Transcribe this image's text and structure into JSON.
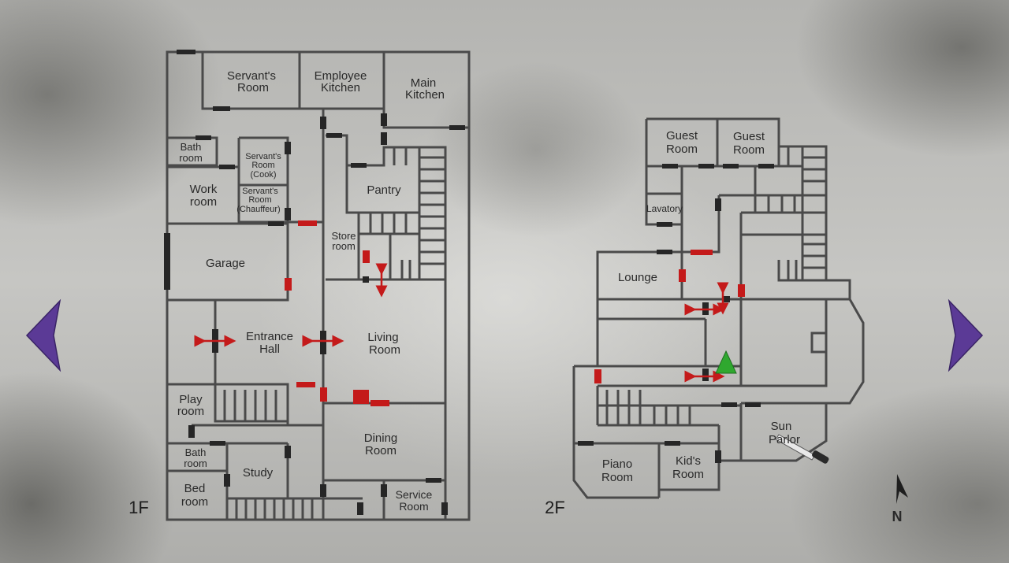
{
  "floors": {
    "first": {
      "label": "1F",
      "rooms": {
        "servants_room": [
          "Servant's",
          "Room"
        ],
        "employee_kitchen": [
          "Employee",
          "Kitchen"
        ],
        "main_kitchen": [
          "Main",
          "Kitchen"
        ],
        "bathroom_1": [
          "Bath",
          "room"
        ],
        "servants_room_cook": [
          "Servant's",
          "Room",
          "(Cook)"
        ],
        "work_room": [
          "Work",
          "room"
        ],
        "servants_room_chauffeur": [
          "Servant's",
          "Room",
          "(Chauffeur)"
        ],
        "pantry": [
          "Pantry"
        ],
        "store_room": [
          "Store",
          "room"
        ],
        "garage": [
          "Garage"
        ],
        "entrance_hall": [
          "Entrance",
          "Hall"
        ],
        "living_room": [
          "Living",
          "Room"
        ],
        "play_room": [
          "Play",
          "room"
        ],
        "dining_room": [
          "Dining",
          "Room"
        ],
        "bathroom_2": [
          "Bath",
          "room"
        ],
        "study": [
          "Study"
        ],
        "bedroom": [
          "Bed",
          "room"
        ],
        "service_room": [
          "Service",
          "Room"
        ]
      }
    },
    "second": {
      "label": "2F",
      "rooms": {
        "guest_room_1": [
          "Guest",
          "Room"
        ],
        "guest_room_2": [
          "Guest",
          "Room"
        ],
        "lavatory": [
          "Lavatory"
        ],
        "lounge": [
          "Lounge"
        ],
        "sun_parlor": [
          "Sun",
          "Parlor"
        ],
        "piano_room": [
          "Piano",
          "Room"
        ],
        "kids_room": [
          "Kid's",
          "Room"
        ]
      }
    }
  },
  "compass": {
    "label": "N"
  },
  "colors": {
    "wall": "#4a4a4a",
    "door": "#262626",
    "locked_door": "#c41a1a",
    "player_marker": "#2fa82f",
    "nav_arrow": "#5b3a96"
  },
  "icons": {
    "player": "player-position-icon",
    "item": "knife-icon",
    "prev": "previous-floor-arrow-icon",
    "next": "next-floor-arrow-icon"
  }
}
